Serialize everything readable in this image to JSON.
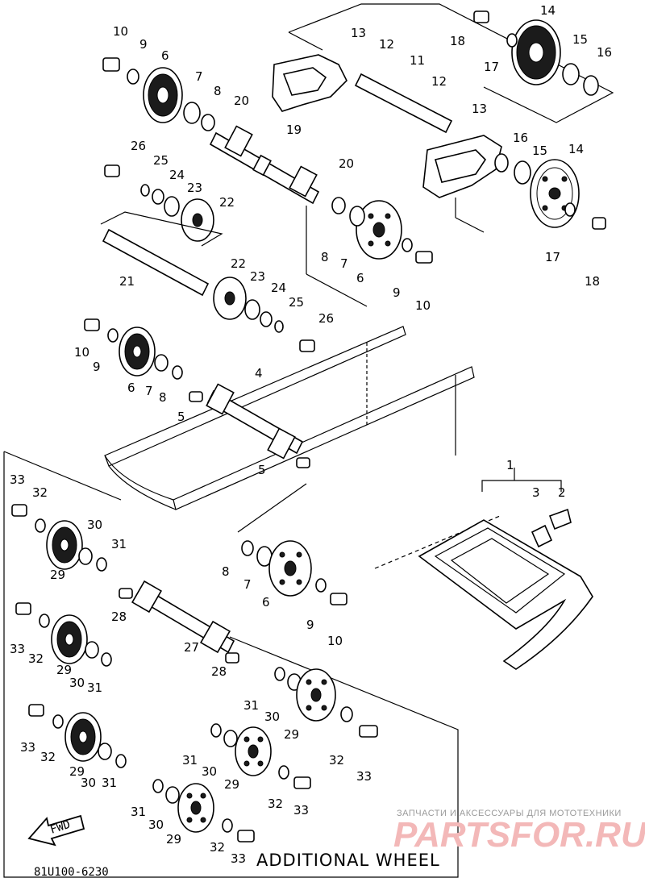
{
  "diagram": {
    "catalog_code": "81U100-6230",
    "additional_wheel_label": "ADDITIONAL WHEEL",
    "fwd_label": "FWD",
    "watermark": {
      "line1": "ЗАПЧАСТИ И АКСЕССУАРЫ ДЛЯ МОТОТЕХНИКИ",
      "line2": "PARTSFOR.RU"
    },
    "callouts": [
      "1",
      "2",
      "3",
      "4",
      "5",
      "6",
      "7",
      "8",
      "9",
      "10",
      "11",
      "12",
      "13",
      "14",
      "15",
      "16",
      "17",
      "18",
      "19",
      "20",
      "21",
      "22",
      "23",
      "24",
      "25",
      "26",
      "27",
      "28",
      "29",
      "30",
      "31",
      "32",
      "33"
    ]
  }
}
